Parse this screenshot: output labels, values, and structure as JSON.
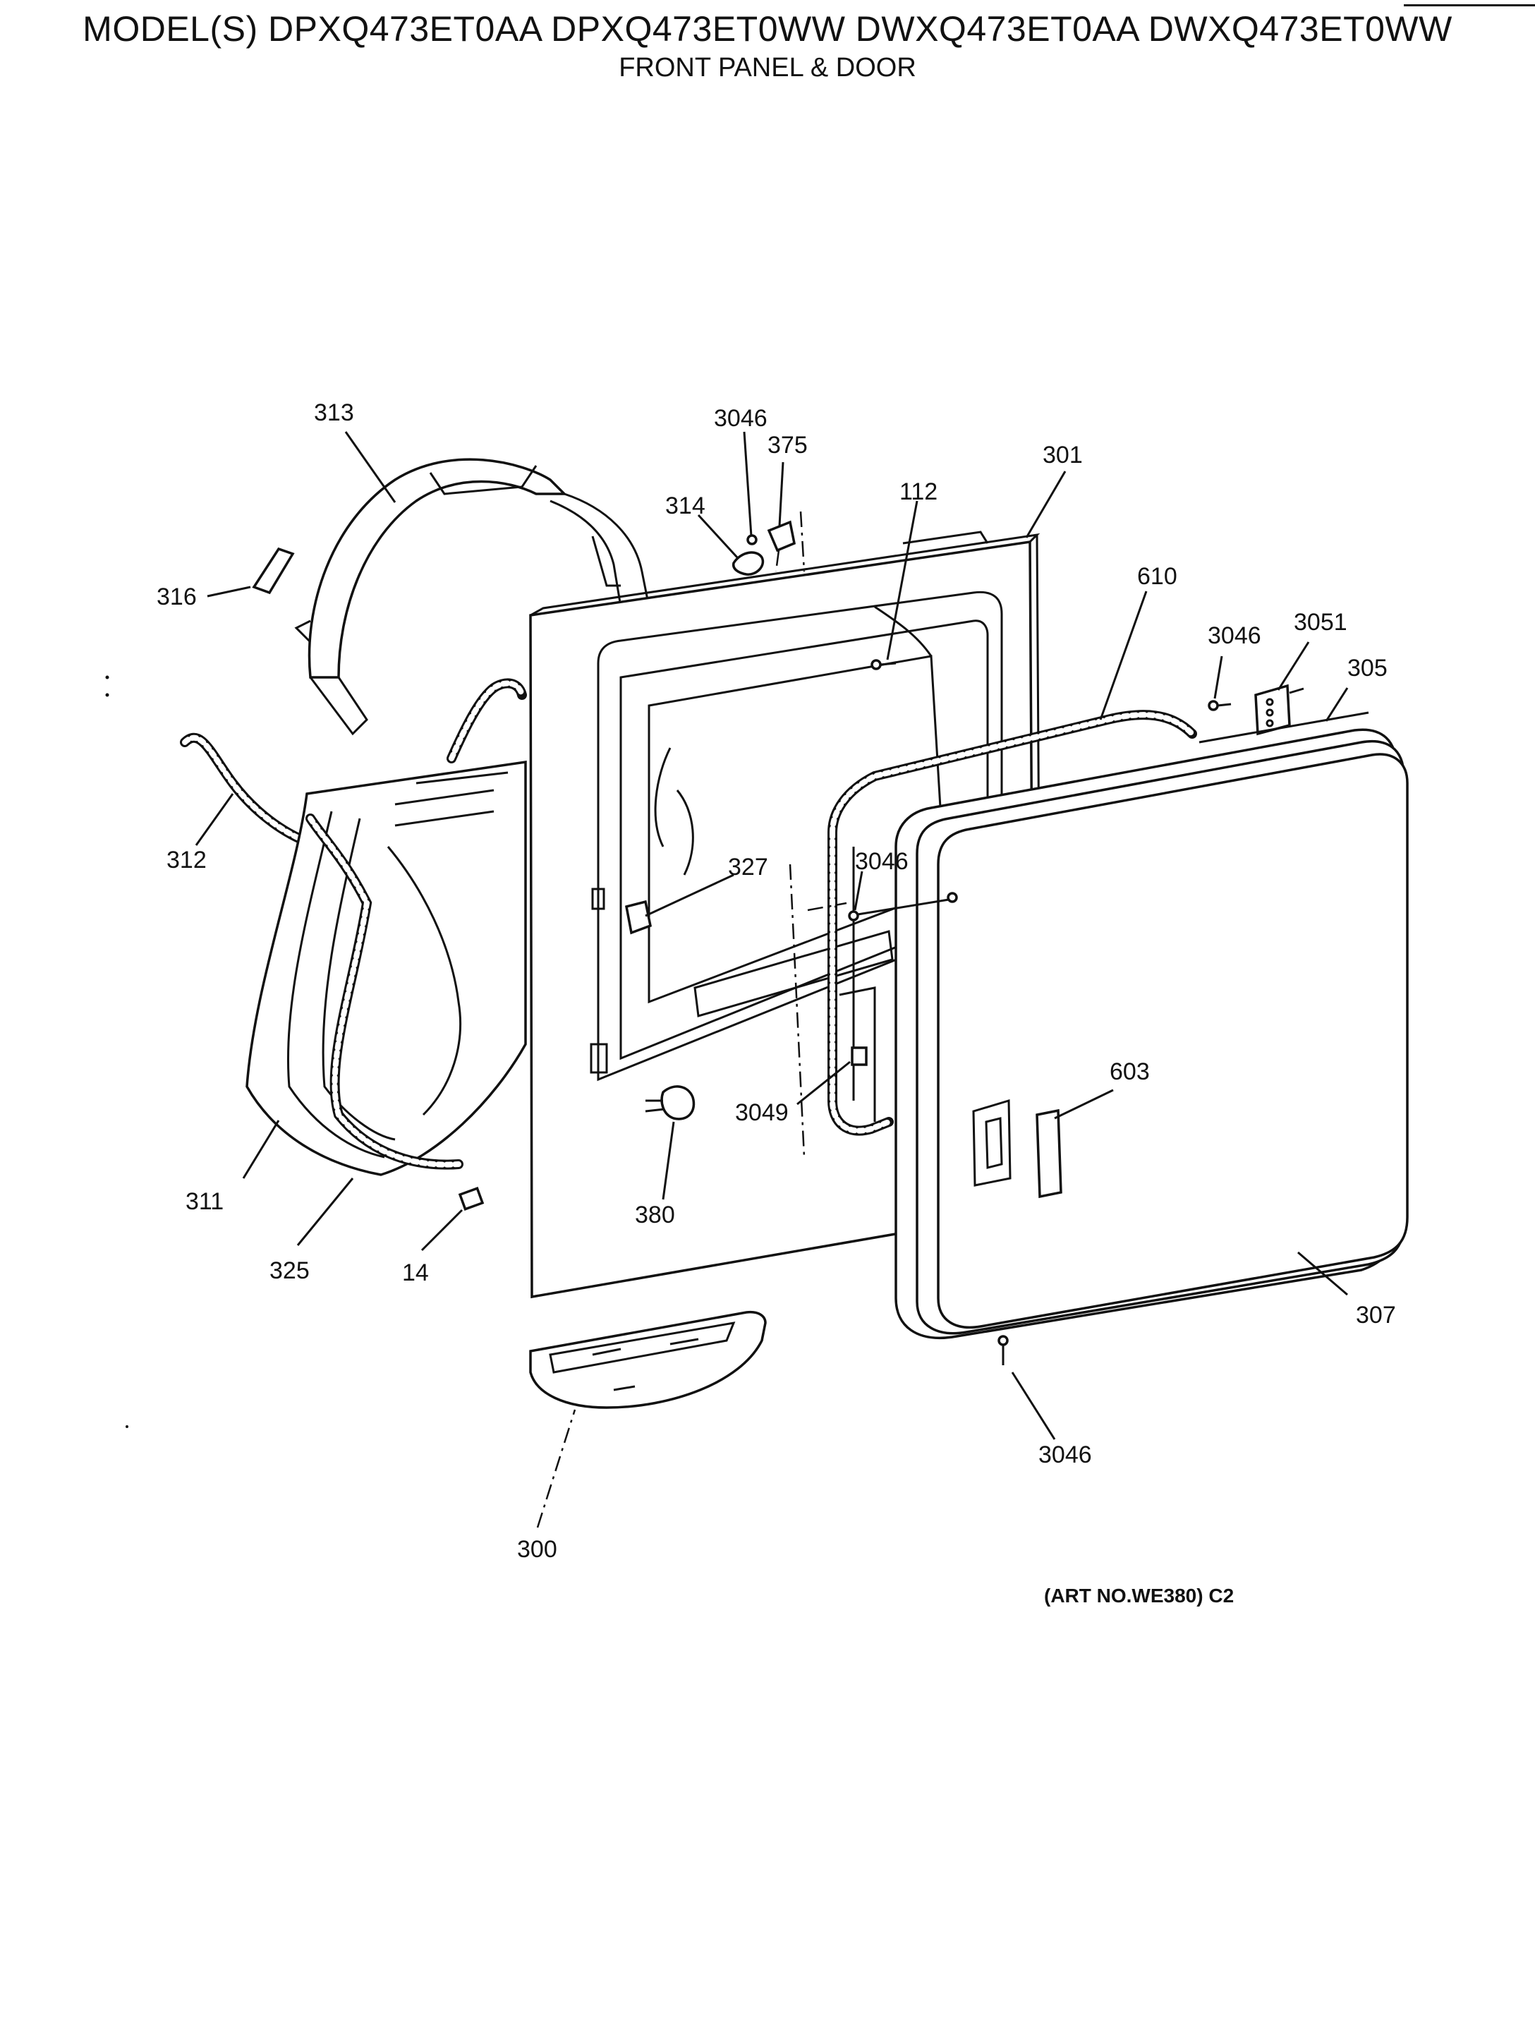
{
  "header": {
    "title": "MODEL(S) DPXQ473ET0AA DPXQ473ET0WW DWXQ473ET0AA DWXQ473ET0WW",
    "subtitle": "FRONT PANEL & DOOR"
  },
  "footer": {
    "art_no": "(ART NO.WE380) C2"
  },
  "callouts": [
    "313",
    "3046",
    "375",
    "314",
    "112",
    "301",
    "316",
    "610",
    "3046",
    "3051",
    "305",
    "312",
    "327",
    "3046",
    "311",
    "3049",
    "603",
    "380",
    "325",
    "14",
    "307",
    "3046",
    "300"
  ]
}
